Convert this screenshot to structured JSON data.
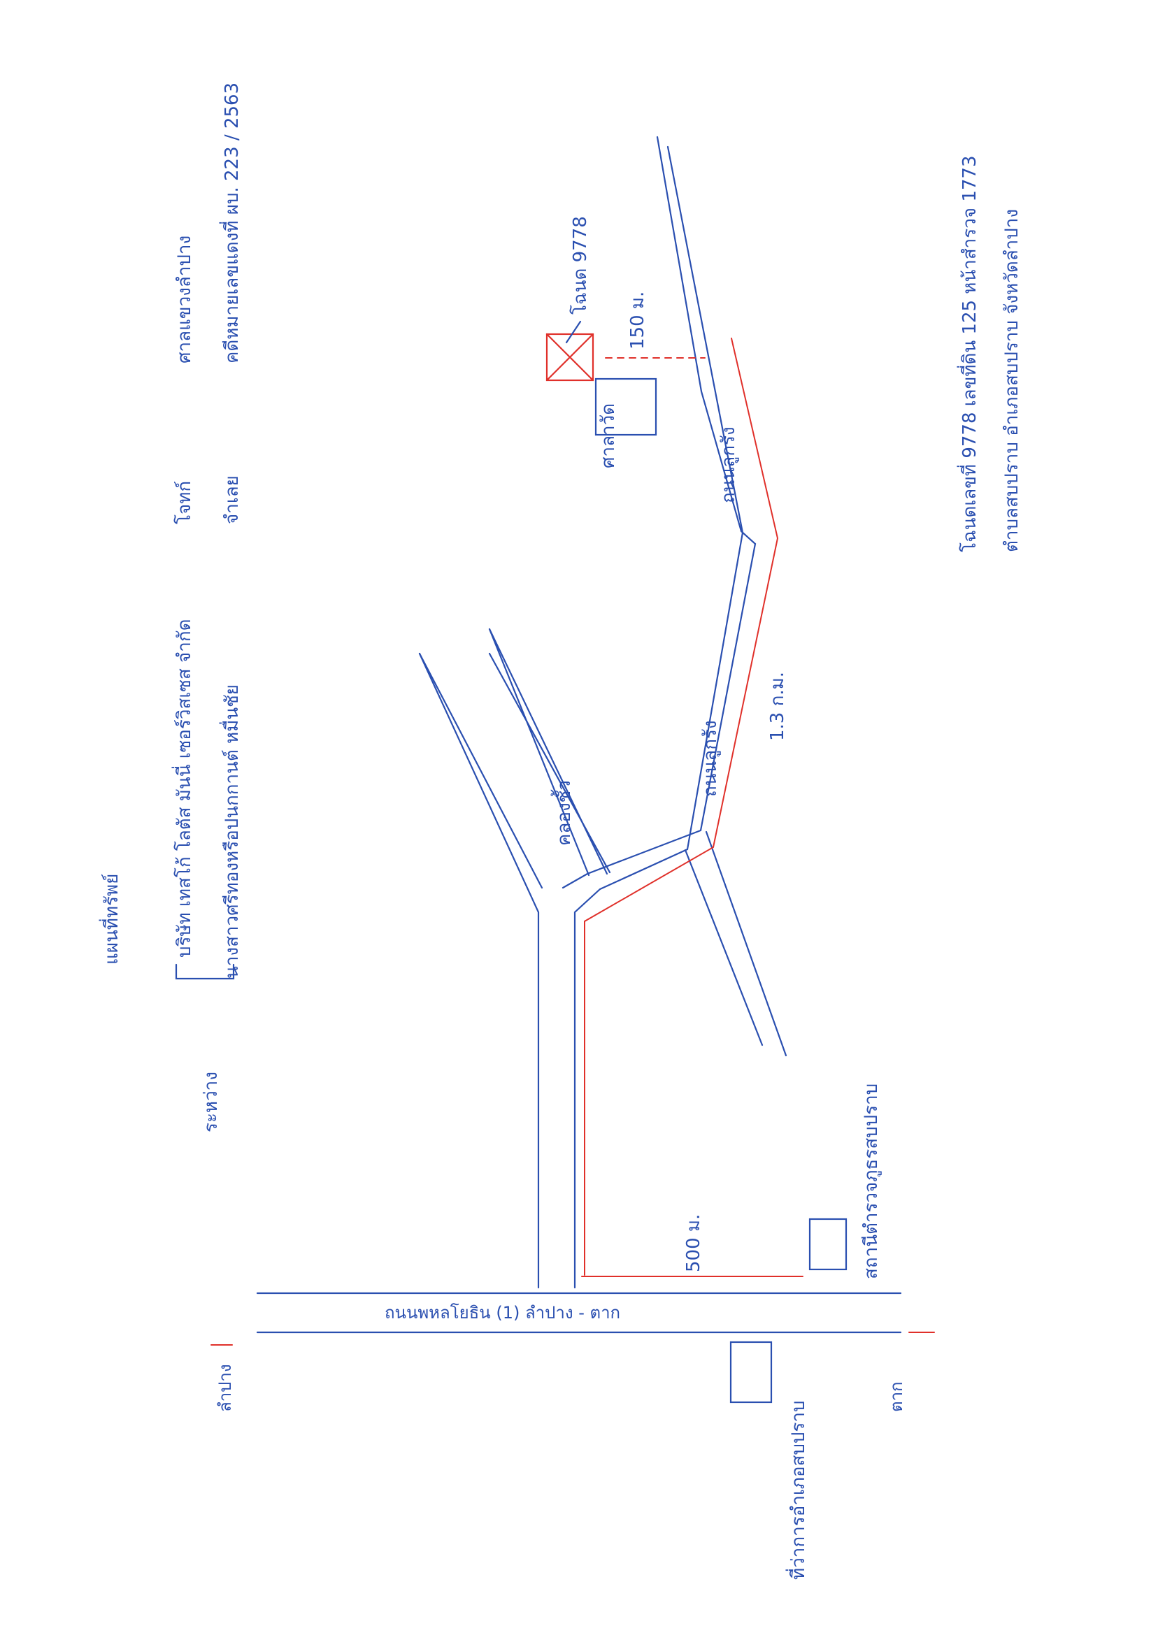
{
  "header": {
    "title": "แผนที่ทรัพย์",
    "between_label": "ระหว่าง",
    "plaintiff_label": "โจทก์",
    "plaintiff_name": "บริษัท เทสโก้ โลตัส มันนี่ เซอร์วิสเซส จำกัด",
    "defendant_label": "จำเลย",
    "defendant_name": "นางสาวศรีทองหรือปนกกานต์ หมื่นชัย",
    "court": "ศาลแขวงลำปาง",
    "case_number": "คดีหมายเลขแดงที่ ผบ. 223 / 2563"
  },
  "map": {
    "main_road_label": "ถนนพหลโยธิน (1) ลำปาง - ตาก",
    "left_direction": "ลำปาง",
    "right_direction": "ตาก",
    "district_office": "ที่ว่าการอำเภอสบปราบ",
    "police_station": "สถานีตำรวจภูธรสบปราบ",
    "canal_label": "คลองชั้ว",
    "dirt_road_label_1": "ถนนลูกรัง",
    "dirt_road_label_2": "ถนนลูกรัง",
    "distance_1": "500 ม.",
    "distance_2": "1.3 ก.ม.",
    "distance_3": "150 ม.",
    "land_label": "โฉนด 9778",
    "landmark_label": "ศาลาวัด"
  },
  "footer": {
    "line_1": "โฉนดเลขที่ 9778 เลขที่ดิน 125 หน้าสำรวจ 1773",
    "line_2": "ตำบลสบปราบ อำเภอสบปราบ จังหวัดลำปาง"
  },
  "colors": {
    "ink_blue": "#2a4fb0",
    "ink_red": "#e0302a",
    "paper": "#ffffff"
  }
}
